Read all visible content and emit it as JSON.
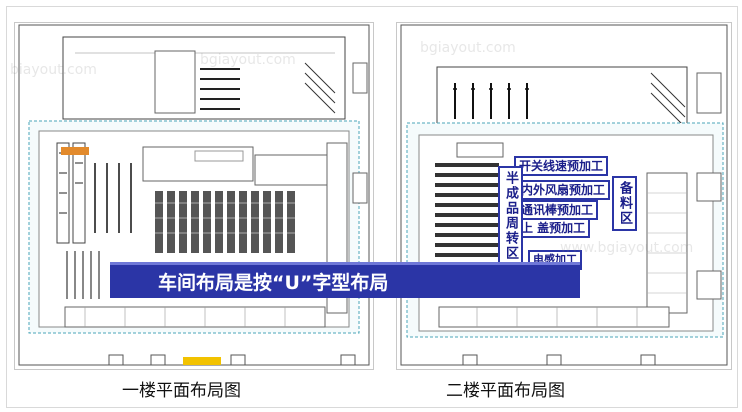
{
  "banner": "车间布局是按“U”字型布局",
  "captions": {
    "floor1": "一楼平面布局图",
    "floor2": "二楼平面布局图"
  },
  "floor2_labels": {
    "switch_wire": "开关线速预加工",
    "fan": "内外风扇预加工",
    "comm_rod": "通讯棒预加工",
    "cover": "上 盖预加工",
    "semi_finished": "半成品周转区",
    "spare": "备料区",
    "hidden_partial": "电感加工"
  },
  "watermarks": [
    "bgiayout.com",
    "bgiayout.com",
    "www.bgiayout.com",
    "biayout.com"
  ]
}
